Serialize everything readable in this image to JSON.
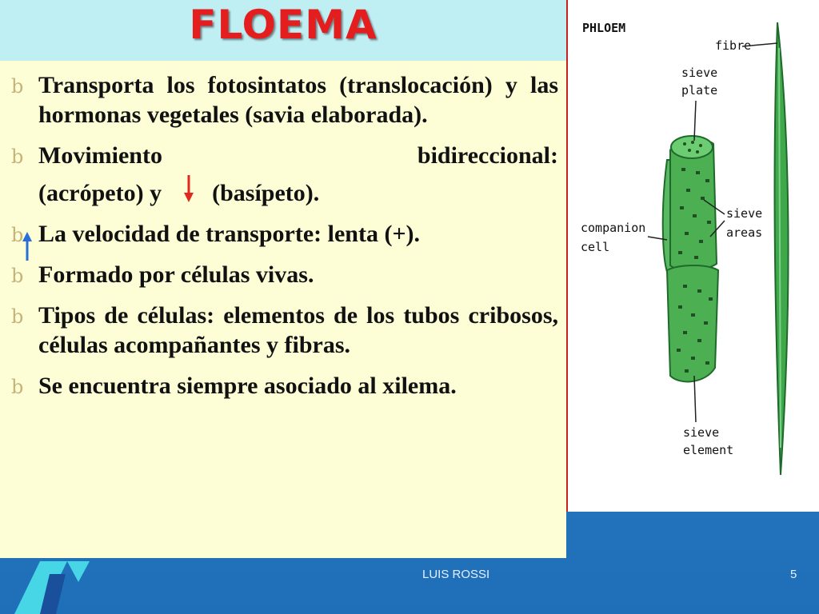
{
  "slide": {
    "title": "FLOEMA",
    "bullet_glyph": "b",
    "bullets": [
      {
        "text": "Transporta los fotosintatos (translocación) y las hormonas vegetales (savia elaborada)."
      },
      {
        "text_a": "Movimiento bidireccional:",
        "text_b": "(acrópeto) y",
        "text_c": "(basípeto)."
      },
      {
        "text": "La velocidad de transporte: lenta (+)."
      },
      {
        "text": "Formado por células vivas."
      },
      {
        "text": "Tipos de células: elementos de los tubos cribosos, células acompañantes y fibras."
      },
      {
        "text": "Se encuentra siempre asociado al xilema."
      }
    ]
  },
  "diagram": {
    "heading": "PHLOEM",
    "labels": {
      "fibre": "fibre",
      "sieve_plate_1": "sieve",
      "sieve_plate_2": "plate",
      "sieve_areas_1": "sieve",
      "sieve_areas_2": "areas",
      "companion_1": "companion",
      "companion_2": "cell",
      "sieve_element_1": "sieve",
      "sieve_element_2": "element"
    }
  },
  "footer": {
    "author": "LUIS ROSSI",
    "page_number": "5"
  },
  "colors": {
    "title_red": "#e41e1e",
    "arrow_up_blue": "#2a6fd6",
    "arrow_down_red": "#e02a20",
    "cell_green": "#3fa84a",
    "background_blue": "#2b7fc4"
  }
}
